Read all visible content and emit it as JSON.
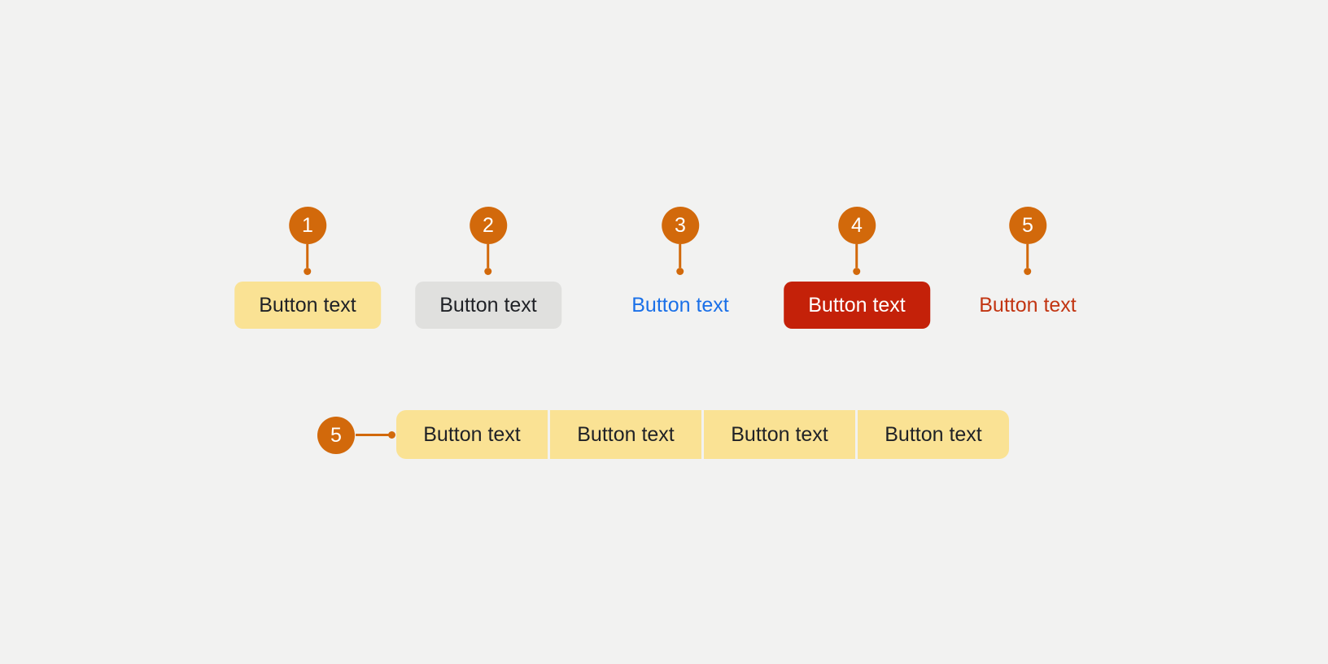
{
  "colors": {
    "page-bg": "#F2F2F1",
    "accent": "#D2690B",
    "yellow": "#FAE294",
    "gray": "#E0E0DE",
    "red": "#C42109",
    "blue": "#1A70E8",
    "red-text": "#C23512",
    "ink": "#1F2126"
  },
  "callouts": {
    "top": [
      {
        "marker": "1",
        "label": "Button text",
        "style": "yellow-filled"
      },
      {
        "marker": "2",
        "label": "Button text",
        "style": "gray-filled"
      },
      {
        "marker": "3",
        "label": "Button text",
        "style": "text-blue"
      },
      {
        "marker": "4",
        "label": "Button text",
        "style": "red-filled"
      },
      {
        "marker": "5",
        "label": "Button text",
        "style": "text-red"
      }
    ],
    "group": {
      "marker": "5",
      "segments": [
        "Button text",
        "Button text",
        "Button text",
        "Button text"
      ]
    }
  }
}
